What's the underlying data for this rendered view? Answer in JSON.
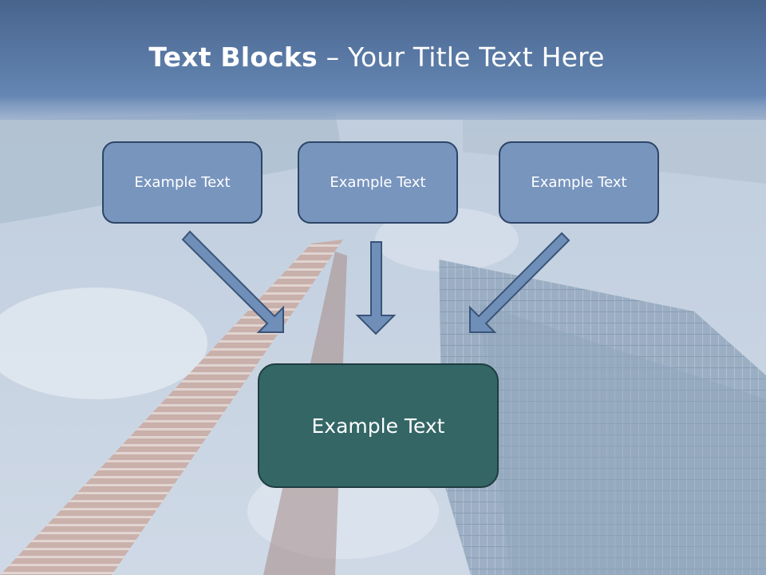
{
  "slide": {
    "title_bold": "Text Blocks",
    "title_dash": " – ",
    "title_rest": "Your Title Text Here"
  },
  "blocks": {
    "top_left": "Example Text",
    "top_center": "Example Text",
    "top_right": "Example Text",
    "bottom": "Example Text"
  },
  "colors": {
    "header_band": "#5878a4",
    "top_box_fill": "#7895be",
    "bottom_box_fill": "#346666",
    "arrow_fill": "#6f8fb9"
  }
}
